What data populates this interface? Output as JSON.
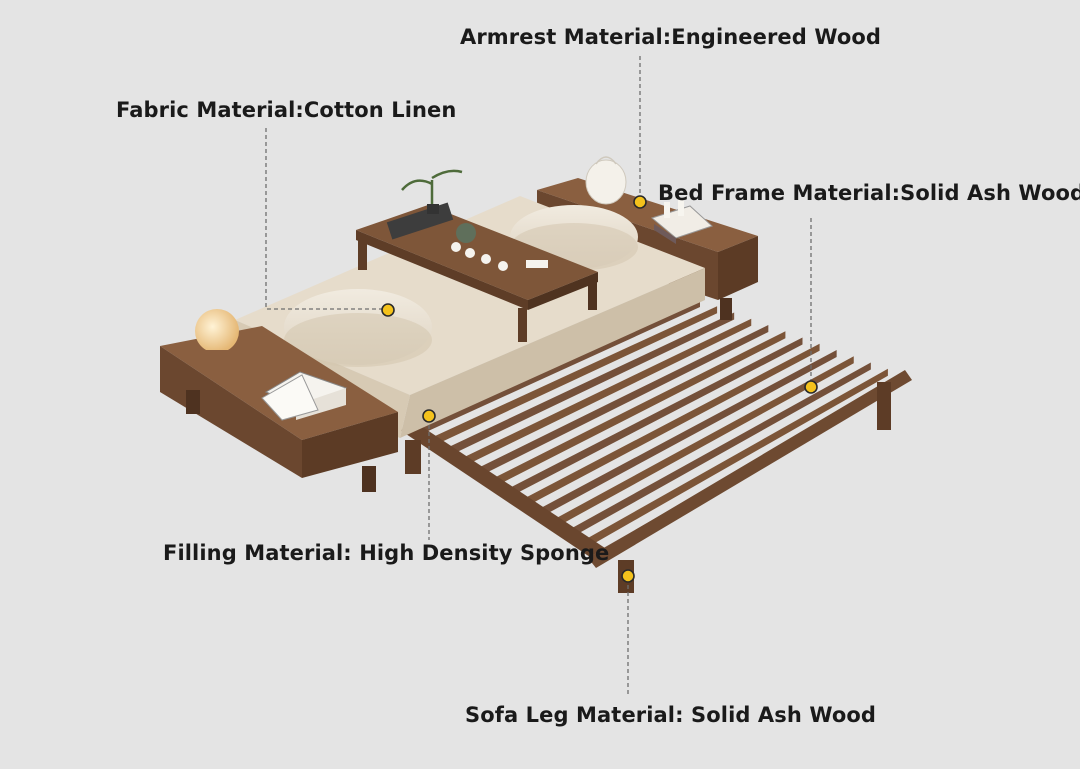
{
  "annotations": {
    "armrest": "Armrest Material:Engineered Wood",
    "fabric": "Fabric Material:Cotton Linen",
    "bed_frame": "Bed Frame Material:Solid Ash Wood",
    "filling": "Filling Material: High Density Sponge",
    "sofa_leg": "Sofa Leg Material: Solid Ash Wood"
  },
  "colors": {
    "background": "#e4e4e4",
    "wood": "#7a5236",
    "wood_dark": "#5a3a24",
    "cushion": "#ebe2d3",
    "marker": "#f4c21c"
  }
}
